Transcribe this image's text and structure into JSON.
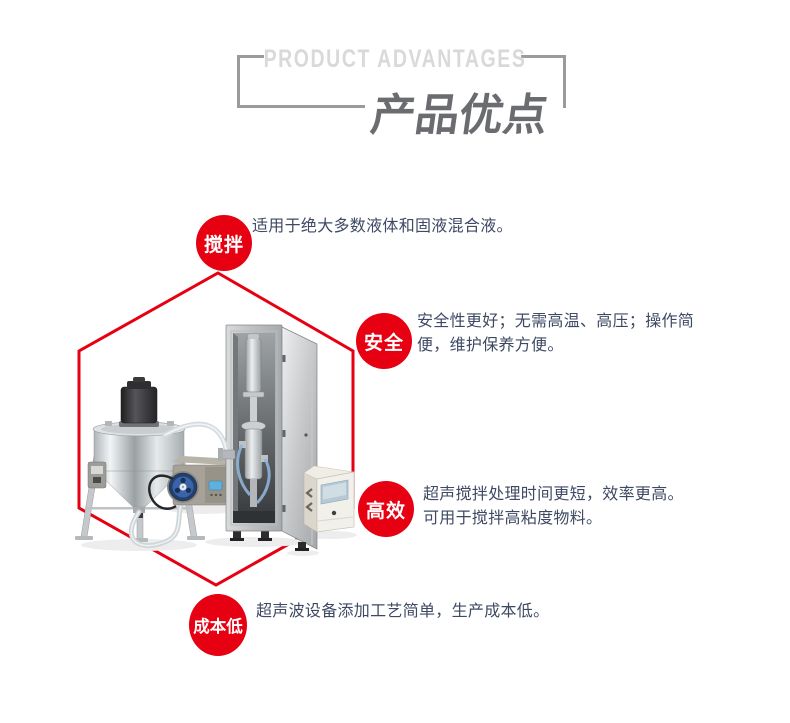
{
  "header": {
    "title_en": "PRODUCT ADVANTAGES",
    "title_zh": "产品优点"
  },
  "colors": {
    "accent_red": "#e60012",
    "body_text": "#3e4a63",
    "title_en_gray": "#d9d9d9",
    "title_zh_gray": "#6b6c6f",
    "bracket_gray": "#9b9b9b"
  },
  "advantages": [
    {
      "badge": "搅拌",
      "lines": [
        "适用于绝大多数液体和固液混合液。"
      ]
    },
    {
      "badge": "安全",
      "lines": [
        "安全性更好；无需高温、高压；操作简",
        "便，维护保养方便。"
      ]
    },
    {
      "badge": "高效",
      "lines": [
        "超声搅拌处理时间更短，效率更高。",
        "可用于搅拌高粘度物料。"
      ]
    },
    {
      "badge": "成本低",
      "lines": [
        "超声波设备添加工艺简单，生产成本低。"
      ]
    }
  ]
}
